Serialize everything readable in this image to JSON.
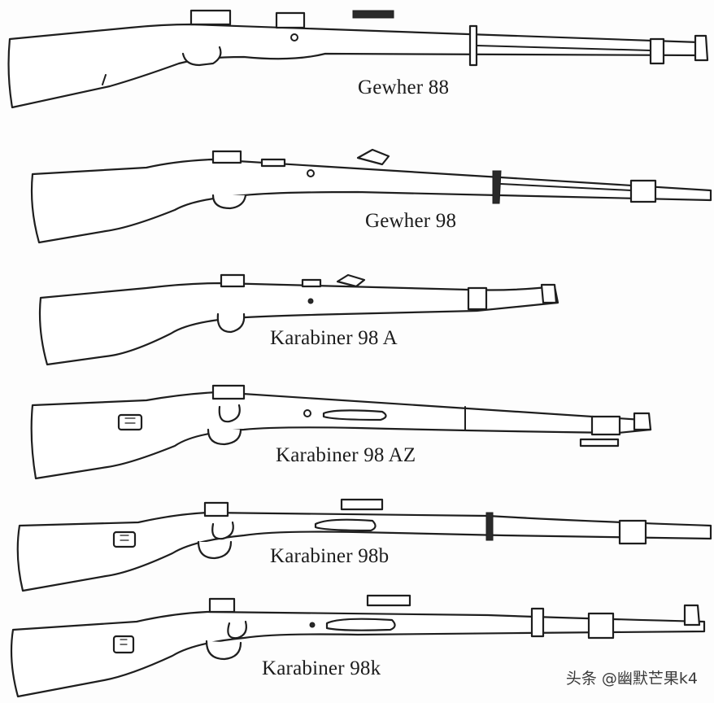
{
  "rifles": [
    {
      "name": "Gewher 88"
    },
    {
      "name": "Gewher 98"
    },
    {
      "name": "Karabiner 98 A"
    },
    {
      "name": "Karabiner 98 AZ"
    },
    {
      "name": "Karabiner 98b"
    },
    {
      "name": "Karabiner 98k"
    }
  ],
  "watermark": "头条 @幽默芒果k4"
}
